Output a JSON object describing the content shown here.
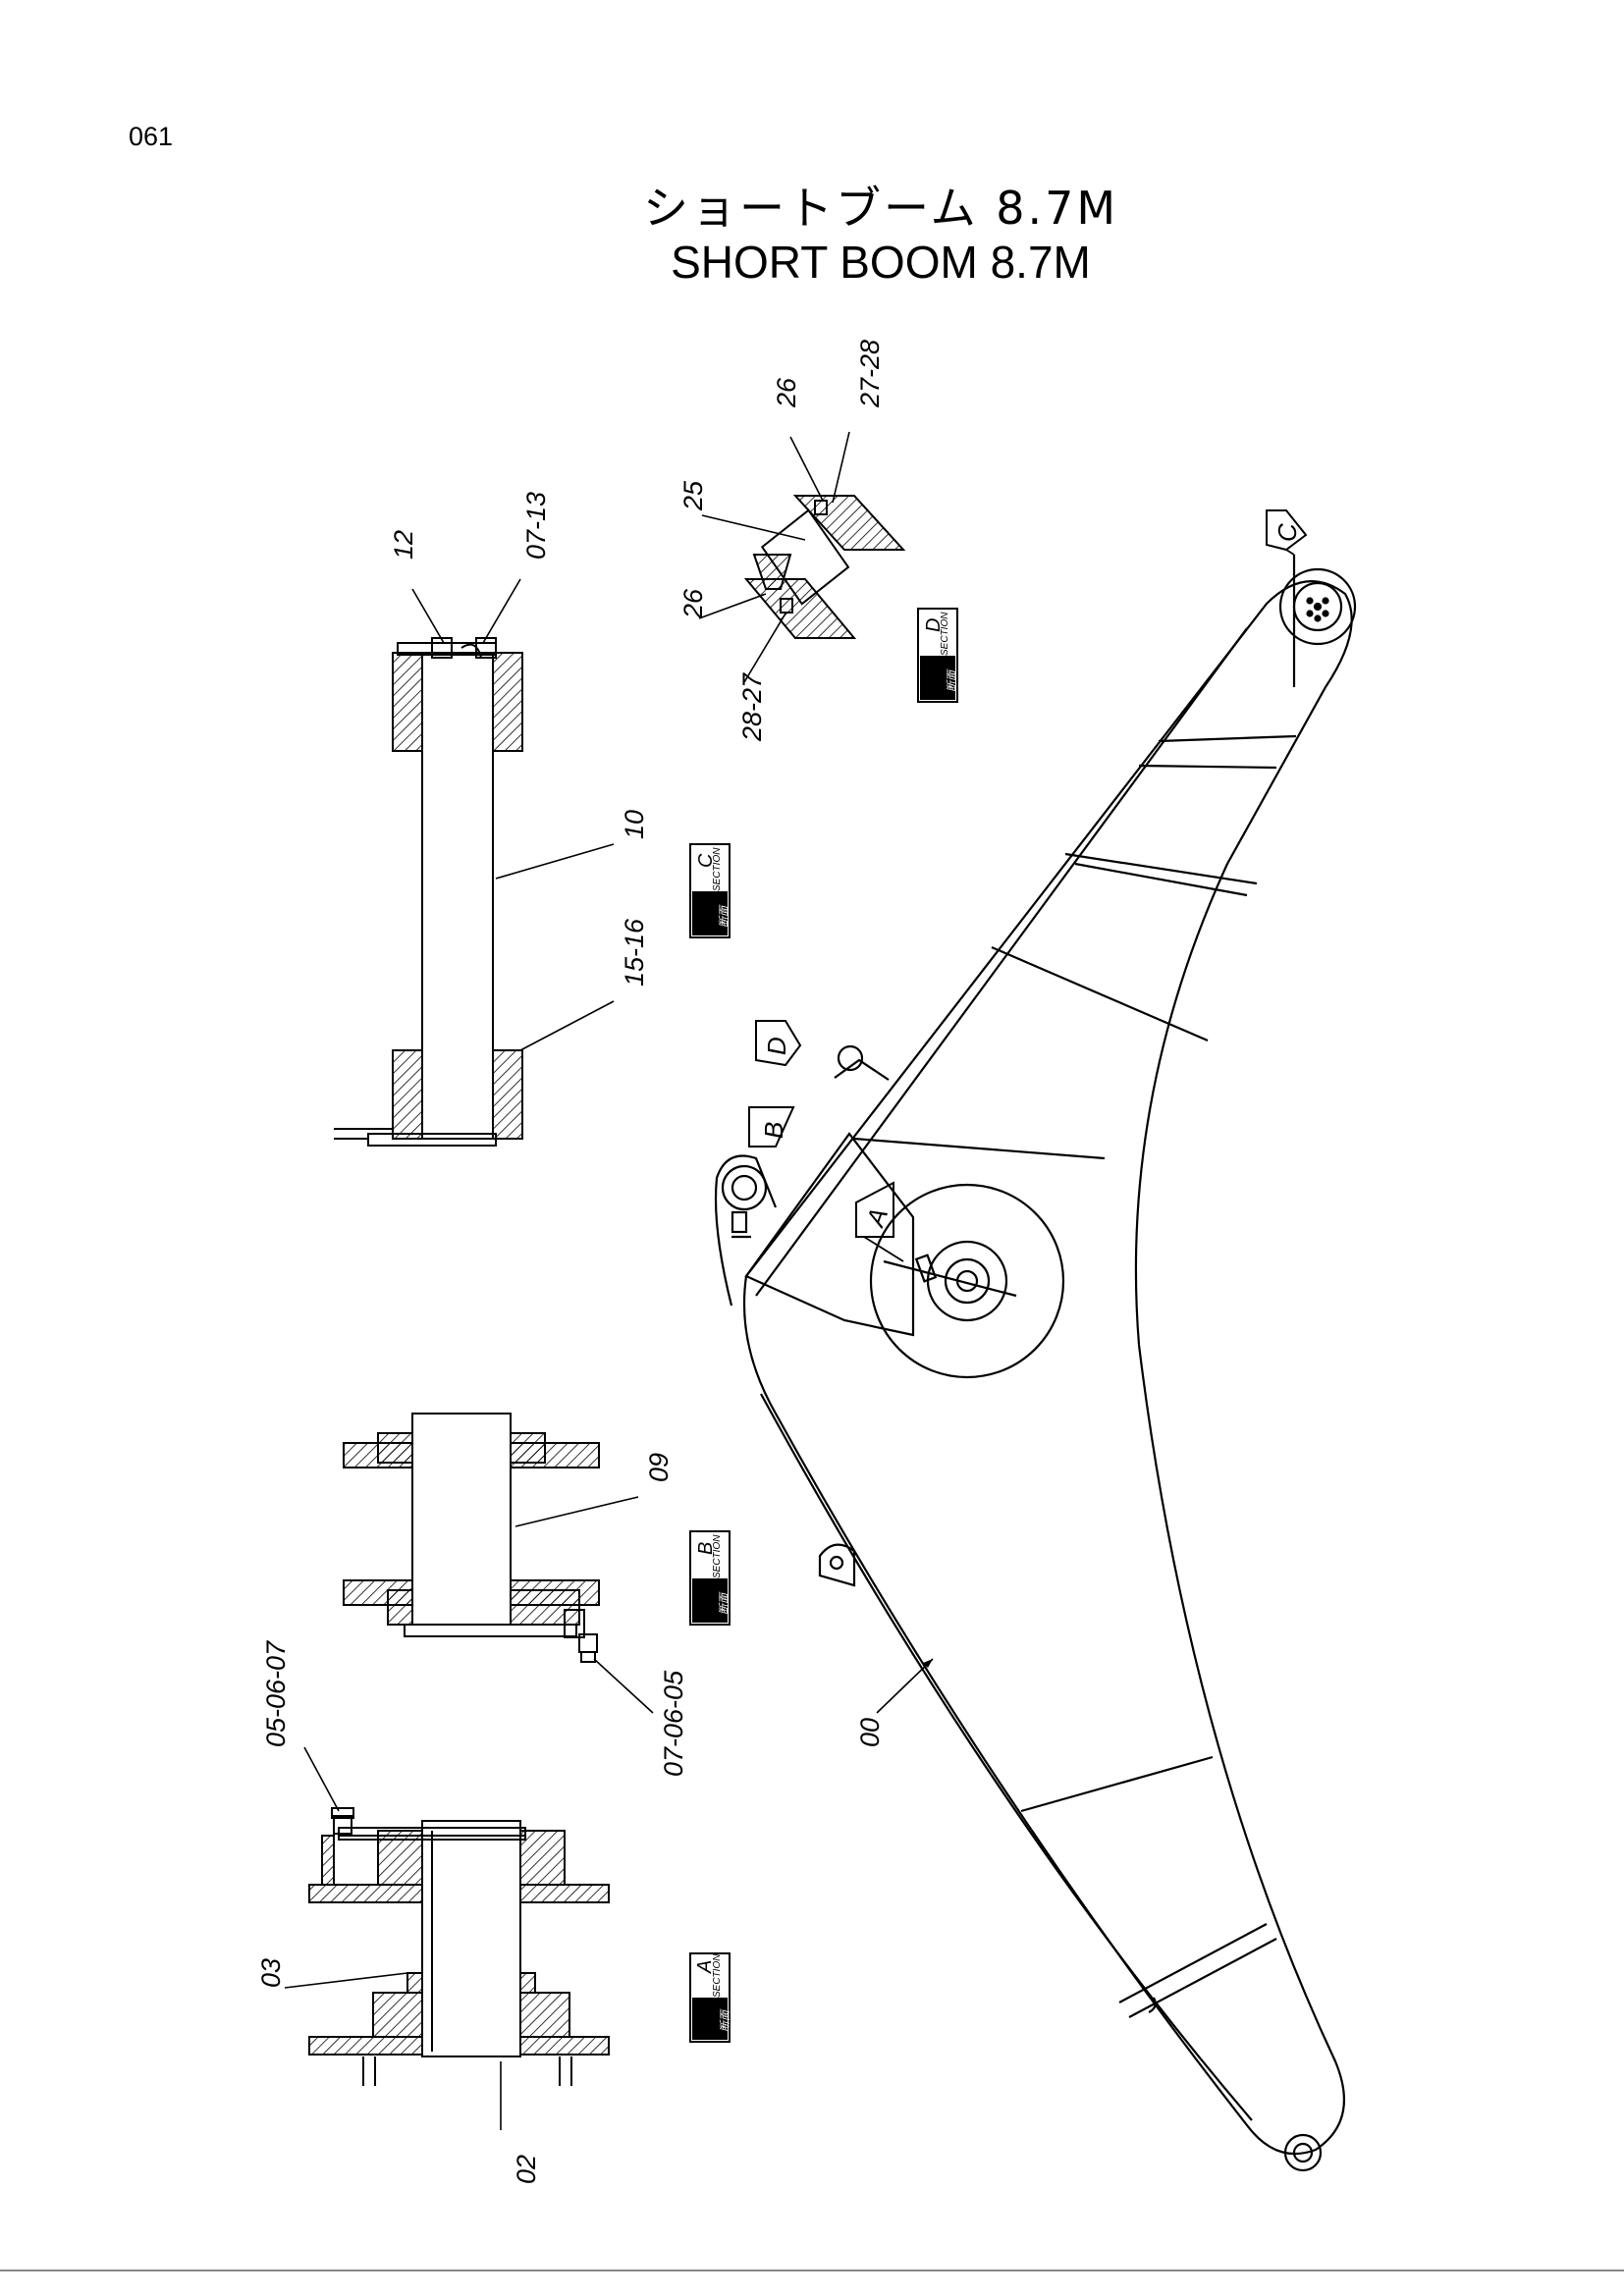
{
  "page_number": "061",
  "title": {
    "japanese": "ショートブーム 8.7M",
    "english": "SHORT BOOM 8.7M"
  },
  "section_tags": {
    "jp": "断面",
    "en": "SECTION",
    "A": "A",
    "B": "B",
    "C": "C",
    "D": "D"
  },
  "view_markers": [
    "A",
    "B",
    "C",
    "D"
  ],
  "part_labels": {
    "p00": "00",
    "p02": "02",
    "p03": "03",
    "p050607": "05-06-07",
    "p070605": "07-06-05",
    "p09": "09",
    "p10": "10",
    "p12": "12",
    "p0713": "07-13",
    "p1516": "15-16",
    "p25": "25",
    "p26a": "26",
    "p26b": "26",
    "p2728": "27-28",
    "p2827": "28-27"
  }
}
